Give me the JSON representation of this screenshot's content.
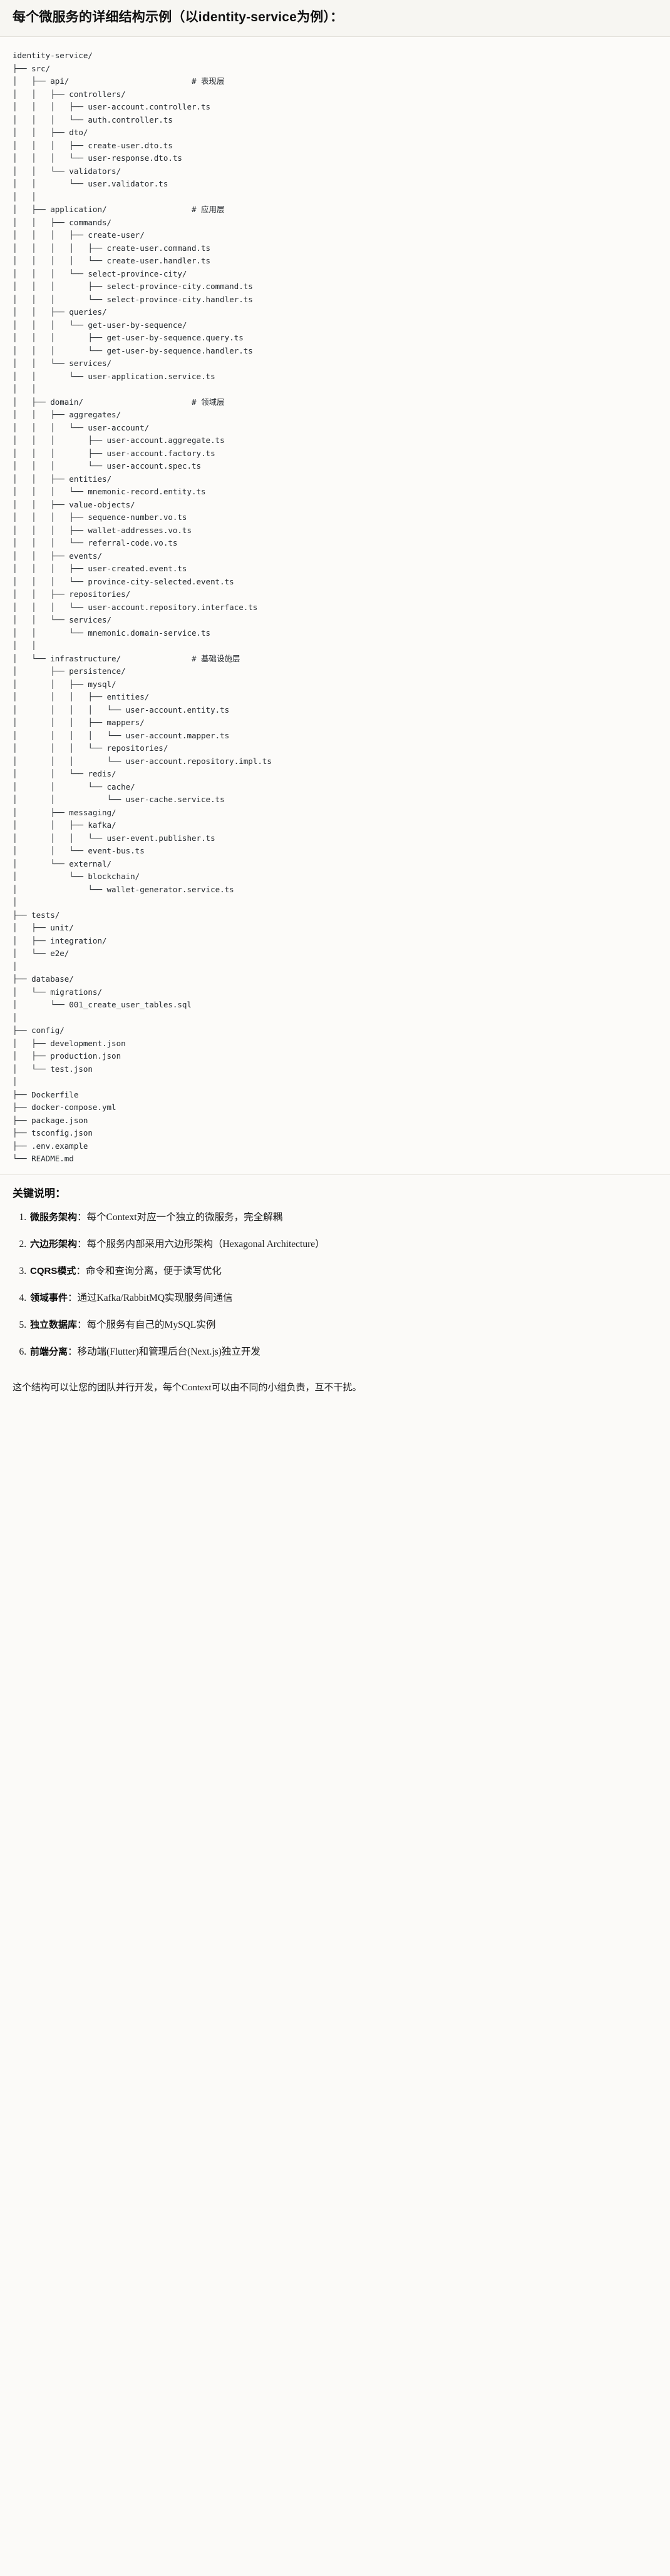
{
  "heading": "每个微服务的详细结构示例（以identity-service为例）：",
  "tree": {
    "root": "identity-service/",
    "text": "identity-service/\n├── src/\n│   ├── api/                          # 表现层\n│   │   ├── controllers/\n│   │   │   ├── user-account.controller.ts\n│   │   │   └── auth.controller.ts\n│   │   ├── dto/\n│   │   │   ├── create-user.dto.ts\n│   │   │   └── user-response.dto.ts\n│   │   └── validators/\n│   │       └── user.validator.ts\n│   │\n│   ├── application/                  # 应用层\n│   │   ├── commands/\n│   │   │   ├── create-user/\n│   │   │   │   ├── create-user.command.ts\n│   │   │   │   └── create-user.handler.ts\n│   │   │   └── select-province-city/\n│   │   │       ├── select-province-city.command.ts\n│   │   │       └── select-province-city.handler.ts\n│   │   ├── queries/\n│   │   │   └── get-user-by-sequence/\n│   │   │       ├── get-user-by-sequence.query.ts\n│   │   │       └── get-user-by-sequence.handler.ts\n│   │   └── services/\n│   │       └── user-application.service.ts\n│   │\n│   ├── domain/                       # 领域层\n│   │   ├── aggregates/\n│   │   │   └── user-account/\n│   │   │       ├── user-account.aggregate.ts\n│   │   │       ├── user-account.factory.ts\n│   │   │       └── user-account.spec.ts\n│   │   ├── entities/\n│   │   │   └── mnemonic-record.entity.ts\n│   │   ├── value-objects/\n│   │   │   ├── sequence-number.vo.ts\n│   │   │   ├── wallet-addresses.vo.ts\n│   │   │   └── referral-code.vo.ts\n│   │   ├── events/\n│   │   │   ├── user-created.event.ts\n│   │   │   └── province-city-selected.event.ts\n│   │   ├── repositories/\n│   │   │   └── user-account.repository.interface.ts\n│   │   └── services/\n│   │       └── mnemonic.domain-service.ts\n│   │\n│   └── infrastructure/               # 基础设施层\n│       ├── persistence/\n│       │   ├── mysql/\n│       │   │   ├── entities/\n│       │   │   │   └── user-account.entity.ts\n│       │   │   ├── mappers/\n│       │   │   │   └── user-account.mapper.ts\n│       │   │   └── repositories/\n│       │   │       └── user-account.repository.impl.ts\n│       │   └── redis/\n│       │       └── cache/\n│       │           └── user-cache.service.ts\n│       ├── messaging/\n│       │   ├── kafka/\n│       │   │   └── user-event.publisher.ts\n│       │   └── event-bus.ts\n│       └── external/\n│           └── blockchain/\n│               └── wallet-generator.service.ts\n│\n├── tests/\n│   ├── unit/\n│   ├── integration/\n│   └── e2e/\n│\n├── database/\n│   └── migrations/\n│       └── 001_create_user_tables.sql\n│\n├── config/\n│   ├── development.json\n│   ├── production.json\n│   └── test.json\n│\n├── Dockerfile\n├── docker-compose.yml\n├── package.json\n├── tsconfig.json\n├── .env.example\n└── README.md"
  },
  "notes": {
    "title": "关键说明：",
    "items": [
      {
        "term": "微服务架构",
        "sep": "：",
        "desc": "每个Context对应一个独立的微服务，完全解耦"
      },
      {
        "term": "六边形架构",
        "sep": "：",
        "desc": "每个服务内部采用六边形架构（Hexagonal Architecture）"
      },
      {
        "term": "CQRS模式",
        "sep": "：",
        "desc": "命令和查询分离，便于读写优化"
      },
      {
        "term": "领域事件",
        "sep": "：",
        "desc": "通过Kafka/RabbitMQ实现服务间通信"
      },
      {
        "term": "独立数据库",
        "sep": "：",
        "desc": "每个服务有自己的MySQL实例"
      },
      {
        "term": "前端分离",
        "sep": "：",
        "desc": "移动端(Flutter)和管理后台(Next.js)独立开发"
      }
    ]
  },
  "closing": "这个结构可以让您的团队并行开发，每个Context可以由不同的小组负责，互不干扰。"
}
